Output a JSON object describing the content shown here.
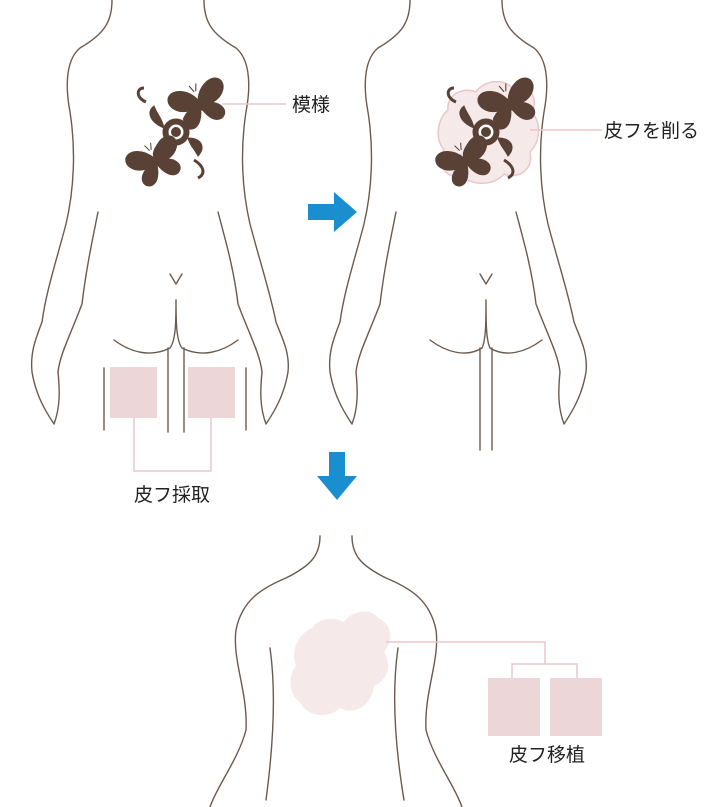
{
  "labels": {
    "pattern": "模様",
    "shave_skin": "皮フを削る",
    "skin_harvest": "皮フ採取",
    "skin_graft": "皮フ移植"
  },
  "colors": {
    "outline": "#6b5a4e",
    "tattoo": "#5a4136",
    "leader": "#e6c8ca",
    "skin_patch": "#ecd6d7",
    "shaved_area": "#f6e9ea",
    "arrow": "#1a8fd0"
  }
}
